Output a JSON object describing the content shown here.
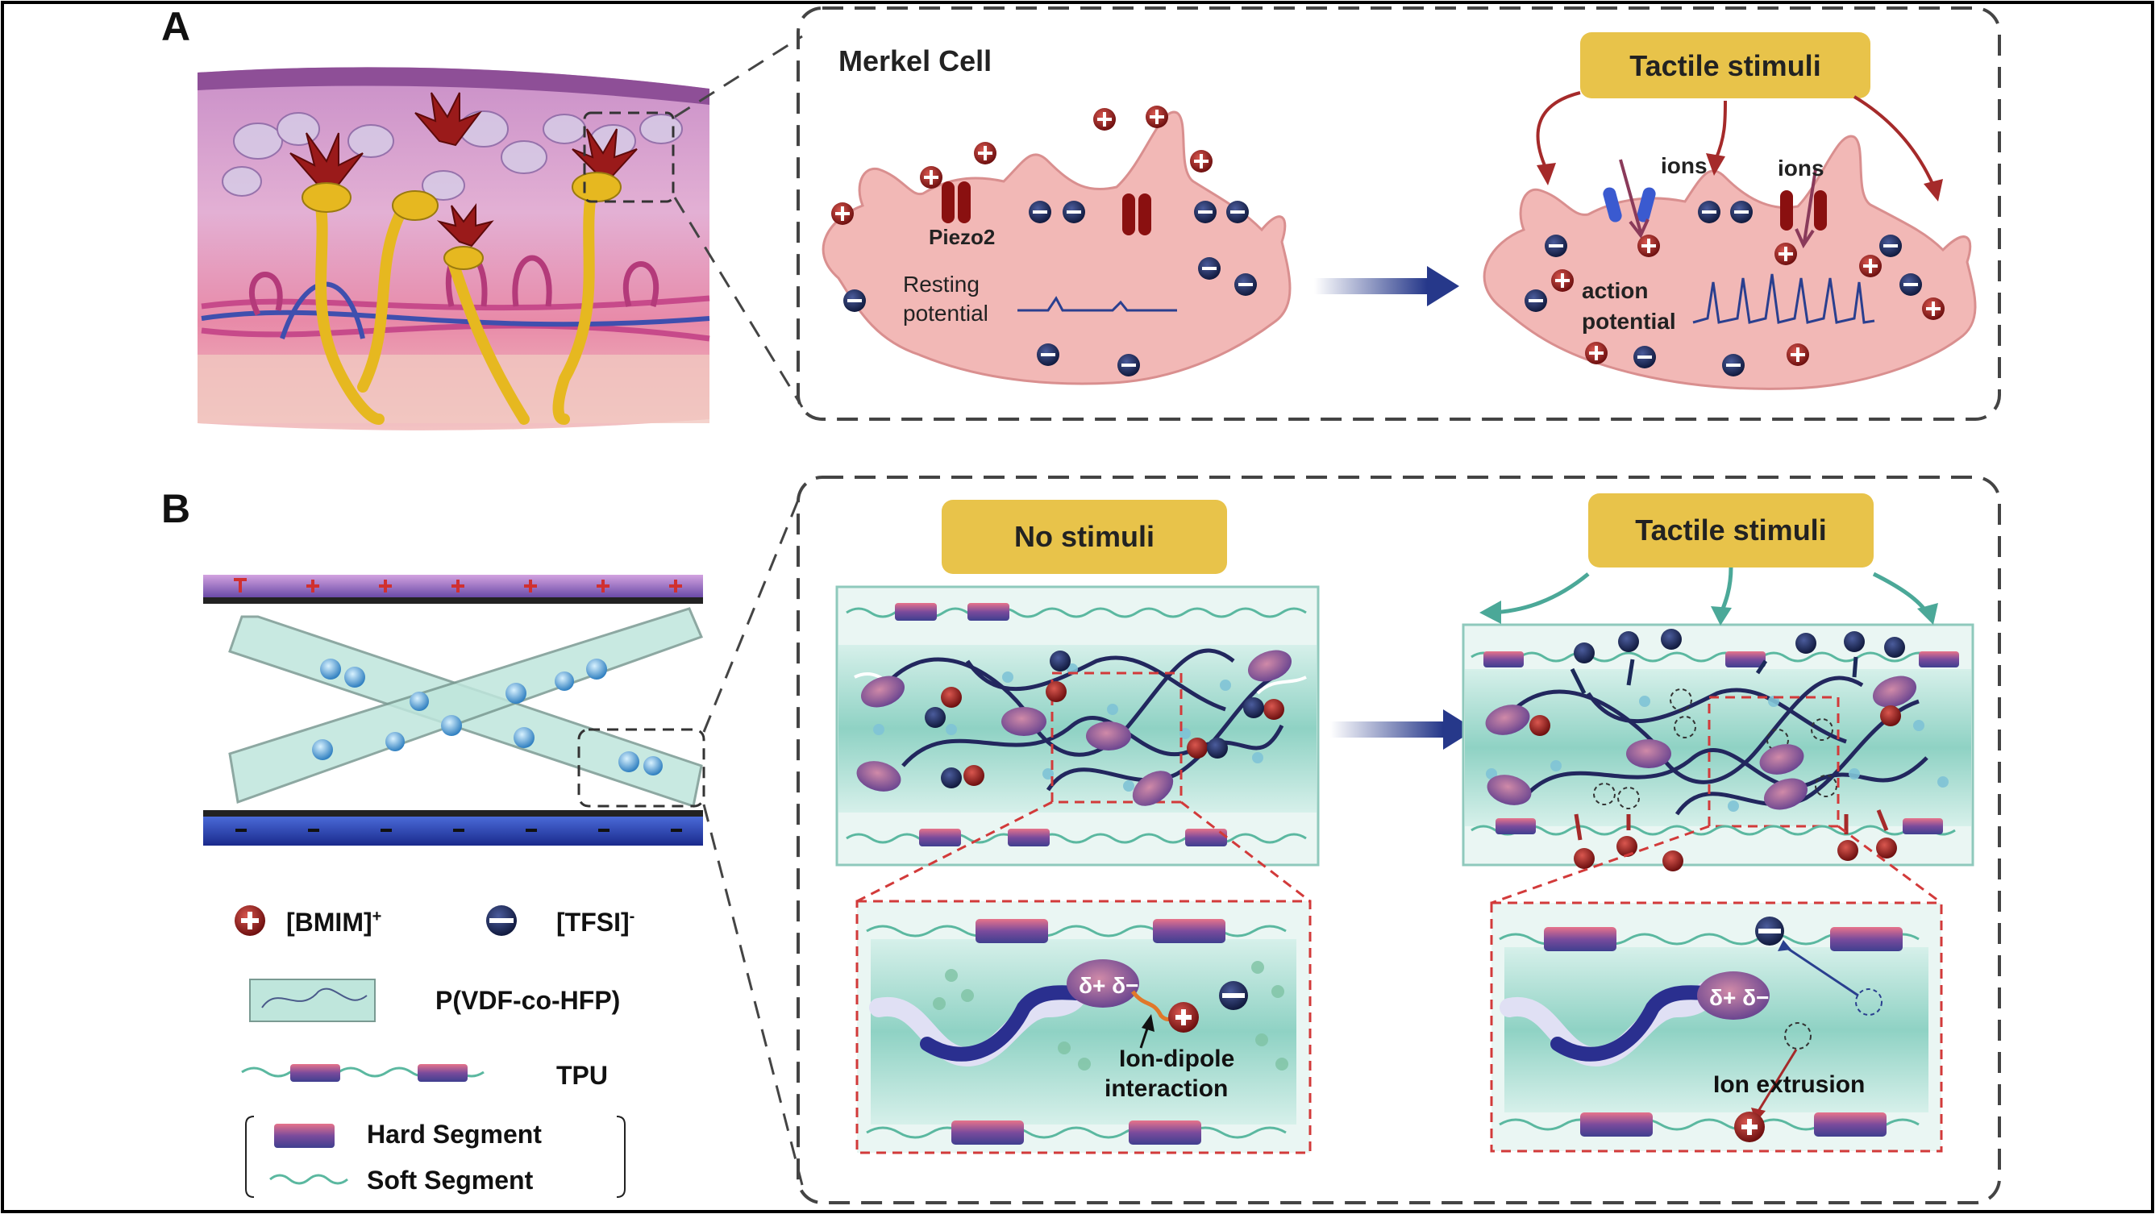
{
  "panel_a": {
    "letter": "A",
    "merkel_title": "Merkel Cell",
    "tactile_label": "Tactile stimuli",
    "piezo_label": "Piezo2",
    "resting_label_1": "Resting",
    "resting_label_2": "potential",
    "ions_label_1": "ions",
    "ions_label_2": "ions",
    "action_label_1": "action",
    "action_label_2": "potential"
  },
  "panel_b": {
    "letter": "B",
    "no_stimuli_label": "No stimuli",
    "tactile_label": "Tactile stimuli",
    "interaction_label_1": "Ion-dipole",
    "interaction_label_2": "interaction",
    "extrusion_label": "Ion extrusion",
    "dipole_plus": "δ+",
    "dipole_minus": "δ−"
  },
  "legend": {
    "cation": "[BMIM]",
    "cation_sup": "+",
    "anion": "[TFSI]",
    "anion_sup": "-",
    "pvdf": "P(VDF-co-HFP)",
    "tpu": "TPU",
    "hard_segment": "Hard Segment",
    "soft_segment": "Soft  Segment"
  },
  "colors": {
    "cell_fill": "#f2b8b6",
    "cation": "#8a1a1a",
    "anion": "#1c2a5a",
    "label_box": "#e8c34a",
    "gel": "#bfe6dc",
    "arrow_blue": "#2a3f8f",
    "dash_red": "#d23a3a"
  }
}
